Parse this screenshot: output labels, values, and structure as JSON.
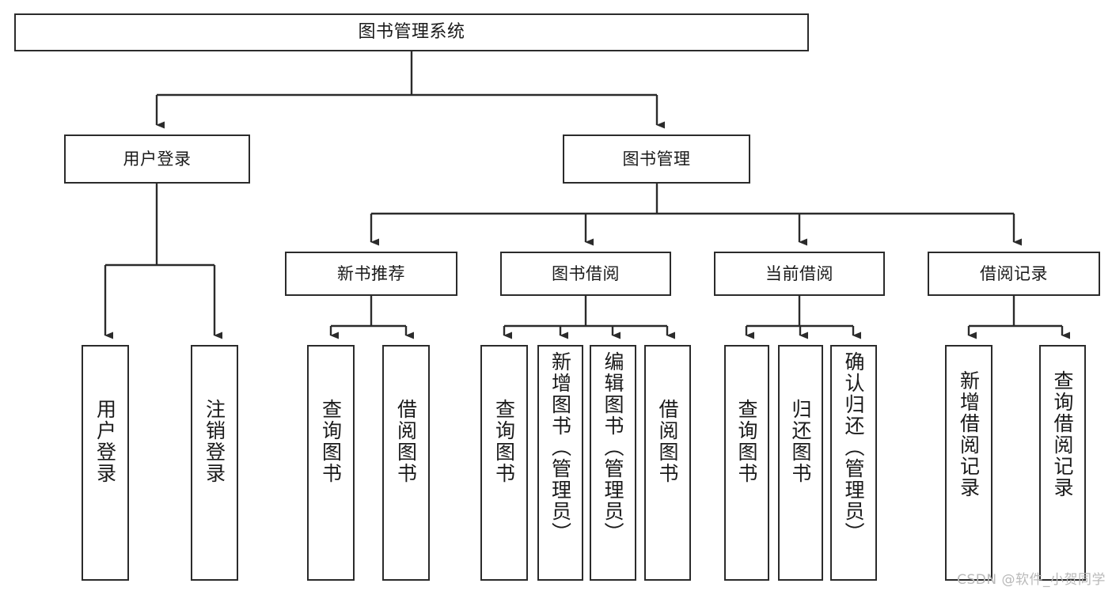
{
  "diagram": {
    "title": "图书管理系统",
    "type": "hierarchy-tree",
    "watermark": "CSDN @软件_小贺同学",
    "colors": {
      "box_border": "#2b2b2b",
      "box_fill": "#ffffff",
      "edge": "#2b2b2b",
      "text": "#1a1a1a",
      "watermark": "#b9b9b9",
      "background": "#ffffff"
    }
  },
  "nodes": {
    "root": {
      "label": "图书管理系统"
    },
    "level2": [
      {
        "label": "用户登录"
      },
      {
        "label": "图书管理"
      }
    ],
    "level3": [
      {
        "label": "新书推荐"
      },
      {
        "label": "图书借阅"
      },
      {
        "label": "当前借阅"
      },
      {
        "label": "借阅记录"
      }
    ],
    "leaves": {
      "user_login": [
        {
          "label": "用户登录"
        },
        {
          "label": "注销登录"
        }
      ],
      "new_book": [
        {
          "label": "查询图书"
        },
        {
          "label": "借阅图书"
        }
      ],
      "book_borrow": [
        {
          "label": "查询图书"
        },
        {
          "label": "新增图书（管理员）"
        },
        {
          "label": "编辑图书（管理员）"
        },
        {
          "label": "借阅图书"
        }
      ],
      "current_borrow": [
        {
          "label": "查询图书"
        },
        {
          "label": "归还图书"
        },
        {
          "label": "确认归还（管理员）"
        }
      ],
      "borrow_record": [
        {
          "label": "新增借阅记录"
        },
        {
          "label": "查询借阅记录"
        }
      ]
    }
  }
}
